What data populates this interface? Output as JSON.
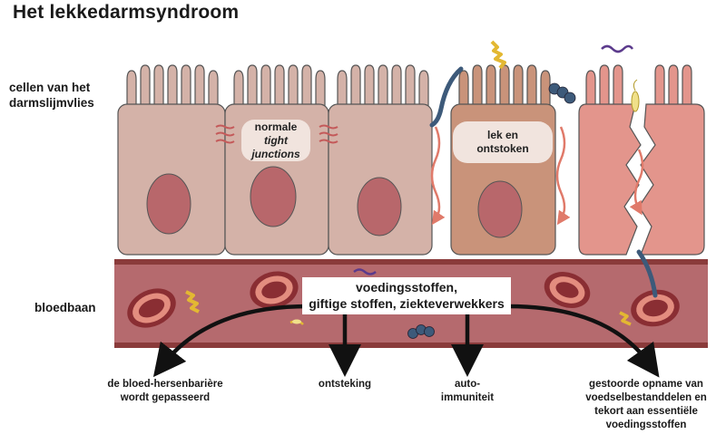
{
  "title": "Het lekkedarmsyndroom",
  "labels": {
    "cells_line1": "cellen van het",
    "cells_line2": "darmslijmvlies",
    "bloodstream": "bloedbaan"
  },
  "bubbles": {
    "normal_line1": "normale",
    "normal_line2": "tight",
    "normal_line3": "junctions",
    "leaky_line1": "lek en",
    "leaky_line2": "ontstoken"
  },
  "blood_box": {
    "line1": "voedingsstoffen,",
    "line2": "giftige stoffen, ziekteverwekkers"
  },
  "outcomes": {
    "brain_line1": "de bloed-hersenbarière",
    "brain_line2": "wordt gepasseerd",
    "inflammation": "ontsteking",
    "autoimmune_line1": "auto-",
    "autoimmune_line2": "immuniteit",
    "absorption_line1": "gestoorde opname van",
    "absorption_line2": "voedselbestanddelen en",
    "absorption_line3": "tekort aan essentiële",
    "absorption_line4": "voedingsstoffen"
  },
  "colors": {
    "normal_cell": "#d4b2a8",
    "inflamed_cell": "#c9937a",
    "leaky_cell": "#e3958c",
    "nucleus": "#b8676b",
    "blood_vessel": "#b56a6e",
    "vessel_border": "#8a3b3b",
    "arrow_red": "#e07a6a",
    "bacteria_yellow": "#e3b832",
    "bacteria_blue": "#3d5a7a",
    "bacteria_purple": "#5b3a8c"
  }
}
